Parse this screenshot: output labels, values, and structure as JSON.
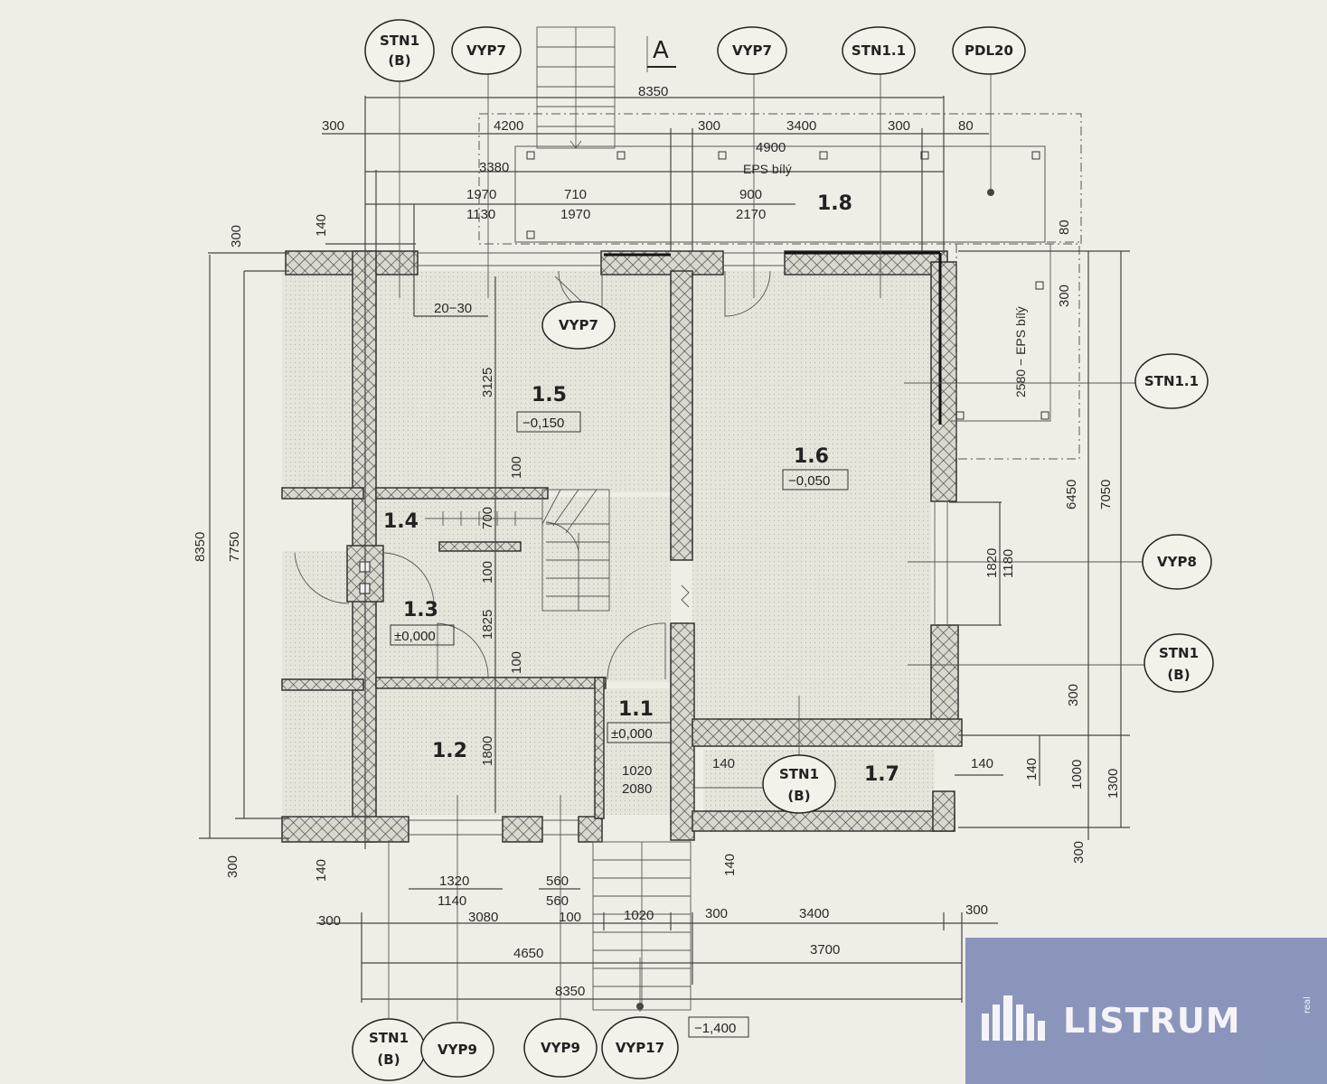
{
  "tags_top": [
    {
      "l1": "STN1",
      "l2": "(B)"
    },
    {
      "l1": "VYP7",
      "l2": ""
    },
    {
      "l1": "VYP7",
      "l2": ""
    },
    {
      "l1": "STN1.1",
      "l2": ""
    },
    {
      "l1": "PDL20",
      "l2": ""
    }
  ],
  "section_marker": "A",
  "tags_inner": [
    {
      "l1": "VYP7",
      "l2": ""
    }
  ],
  "tags_right": [
    {
      "l1": "STN1.1",
      "l2": ""
    },
    {
      "l1": "VYP8",
      "l2": ""
    },
    {
      "l1": "STN1",
      "l2": "(B)"
    }
  ],
  "tag_middle": {
    "l1": "STN1",
    "l2": "(B)"
  },
  "tags_bottom": [
    {
      "l1": "STN1",
      "l2": "(B)"
    },
    {
      "l1": "VYP9",
      "l2": ""
    },
    {
      "l1": "VYP9",
      "l2": ""
    },
    {
      "l1": "VYP17",
      "l2": ""
    }
  ],
  "rooms": [
    {
      "num": "1.1",
      "level": "±0,000"
    },
    {
      "num": "1.2",
      "level": ""
    },
    {
      "num": "1.3",
      "level": "±0,000"
    },
    {
      "num": "1.4",
      "level": ""
    },
    {
      "num": "1.5",
      "level": "−0,150"
    },
    {
      "num": "1.6",
      "level": "−0,050"
    },
    {
      "num": "1.7",
      "level": ""
    },
    {
      "num": "1.8",
      "level": ""
    }
  ],
  "terrace_label": "EPS bílý",
  "terrace_label_side": "2580 − EPS bílý",
  "entrance_level": "−1,400",
  "dims_top": [
    "8350",
    "300",
    "4200",
    "300",
    "3400",
    "300",
    "80",
    "4900",
    "3380",
    "1970",
    "1130",
    "710",
    "1970",
    "900",
    "2170"
  ],
  "dims_left": [
    "300",
    "140",
    "8350",
    "7750",
    "300",
    "140"
  ],
  "dims_inner": [
    "20−30",
    "3125",
    "100",
    "700",
    "100",
    "1825",
    "100",
    "1800",
    "1020",
    "2080",
    "140",
    "140"
  ],
  "dims_right": [
    "80",
    "300",
    "6450",
    "7050",
    "1820",
    "1180",
    "300",
    "140",
    "140",
    "1000",
    "1300",
    "300"
  ],
  "dims_bottom": [
    "1320",
    "1140",
    "560",
    "560",
    "300",
    "3080",
    "100",
    "1020",
    "300",
    "3400",
    "300",
    "4650",
    "3700",
    "8350",
    "140"
  ],
  "logo": {
    "name": "LISTRUM",
    "sub": "real"
  }
}
